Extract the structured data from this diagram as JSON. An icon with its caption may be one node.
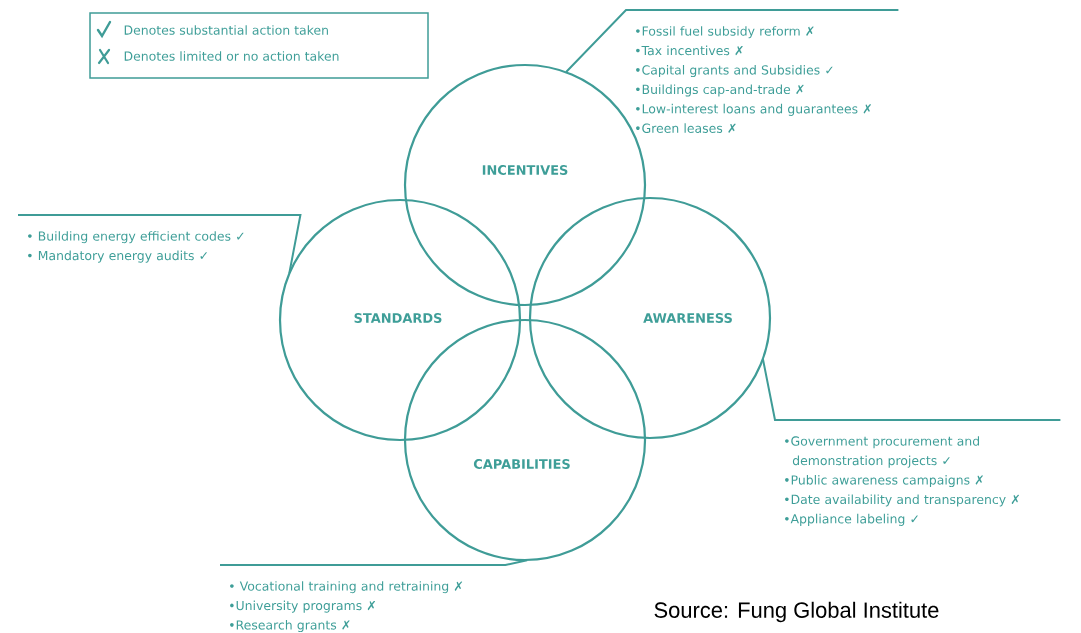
{
  "diagram": {
    "nodes": [
      {
        "text": [
          "•Fossil fuel subsidy reform ✗",
          "•Tax incentives ✗",
          "•Capital grants and Subsidies ✓",
          "•Buildings cap-and-trade ✗",
          "•Low-interest loans and guarantees ✗",
          "•Green leases ✗"
        ]
      },
      {
        "text": [
          "INCENTIVES"
        ]
      },
      {
        "text": [
          "• Building energy efficient codes ✓",
          "• Mandatory energy audits ✓"
        ]
      },
      {
        "text": [
          "STANDARDS"
        ]
      },
      {
        "text": [
          "AWARENESS"
        ]
      },
      {
        "text": [
          "•Government procurement and demonstration projects ✓",
          "•Public awareness campaigns ✗",
          "•Date availability and transparency ✗",
          "•Appliance labeling ✓"
        ]
      },
      {
        "text": [
          "CAPABILITIES"
        ]
      },
      {
        "text": [
          "• Vocational training and retraining ✗",
          "•University programs ✗",
          "•Research grants ✗"
        ]
      }
    ],
    "edges": [
      {
        "from": 1,
        "to": 0,
        "arrow": "none"
      },
      {
        "from": 3,
        "to": 2,
        "arrow": "none"
      },
      {
        "from": 4,
        "to": 5,
        "arrow": "none"
      },
      {
        "from": 6,
        "to": 7,
        "arrow": "none"
      }
    ],
    "labels": [
      "Source: Fung Global Institute"
    ],
    "legend": [
      {
        "text": "Denotes substantial action taken"
      },
      {
        "text": "Denotes limited or no action taken"
      }
    ]
  }
}
